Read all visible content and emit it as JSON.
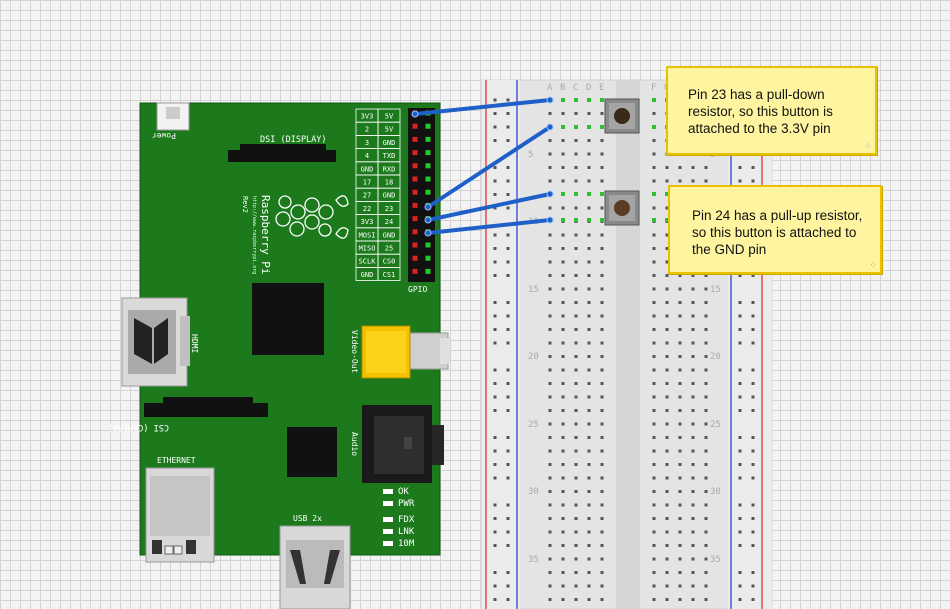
{
  "board": {
    "power_label": "Power",
    "dsi_label": "DSI (DISPLAY)",
    "csi_label": "CSI (CAMERA)",
    "hdmi_label": "HDMI",
    "brand_label": "Raspberry Pi",
    "url_label": "http://www.raspberrypi.org",
    "rev_label": "Rev2",
    "video_label": "Video-Out",
    "audio_label": "Audio",
    "ethernet_label": "ETHERNET",
    "usb_label": "USB 2x",
    "gpio_label": "GPIO",
    "leds": [
      "OK",
      "PWR",
      "FDX",
      "LNK",
      "10M"
    ],
    "gpio_rows": [
      [
        "3V3",
        "5V"
      ],
      [
        "2",
        "5V"
      ],
      [
        "3",
        "GND"
      ],
      [
        "4",
        "TXD"
      ],
      [
        "GND",
        "RXD"
      ],
      [
        "17",
        "18"
      ],
      [
        "27",
        "GND"
      ],
      [
        "22",
        "23"
      ],
      [
        "3V3",
        "24"
      ],
      [
        "MOSI",
        "GND"
      ],
      [
        "MISO",
        "25"
      ],
      [
        "SCLK",
        "CS0"
      ],
      [
        "GND",
        "CS1"
      ]
    ]
  },
  "breadboard": {
    "column_letters": [
      "A",
      "B",
      "C",
      "D",
      "E",
      "F",
      "G"
    ],
    "row_numbers": [
      "5",
      "10",
      "15",
      "20",
      "25",
      "30",
      "35"
    ]
  },
  "notes": {
    "note1": "Pin 23 has a pull-down resistor, so this button is attached to the 3.3V pin",
    "note2": "Pin 24 has a pull-up resistor, so this button is attached to the GND pin"
  },
  "colors": {
    "pcb": "#1c7a1c",
    "wire": "#1f5fc8",
    "note_bg": "#fff5a0",
    "breadboard": "#e6e6e6"
  }
}
